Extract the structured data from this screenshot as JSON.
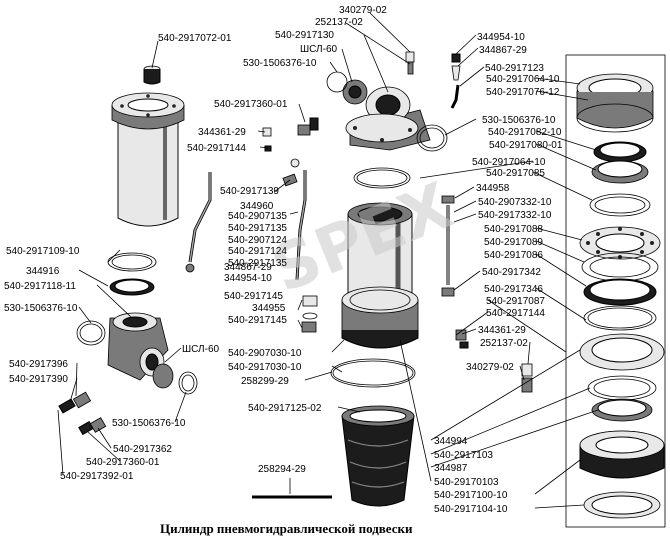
{
  "title": "Цилиндр пневмогидравлической подвески",
  "watermark": "SPEX",
  "labels": {
    "l01": "540-2917072-01",
    "l02": "340279-02",
    "l03": "252137-02",
    "l04": "540-2917130",
    "l05": "ШСЛ-60",
    "l06": "530-1506376-10",
    "l07": "344954-10",
    "l08": "344867-29",
    "l09": "540-2917123",
    "l10": "540-2917064-10",
    "l11": "540-2917076-12",
    "l12": "540-2917360-01",
    "l13": "530-1506376-10",
    "l14": "344361-29",
    "l15": "540-2917082-10",
    "l16": "540-2917144",
    "l17": "540-2917080-01",
    "l18": "540-2917064-10",
    "l19": "540-2917085",
    "l20": "540-2917139",
    "l21": "344958",
    "l22": "344960",
    "l23": "540-2907332-10",
    "l24": "540-2907135",
    "l25": "540-2917332-10",
    "l26": "540-2917135",
    "l27": "540-2917088",
    "l28": "540-2907124",
    "l29": "540-2917089",
    "l30": "540-2917109-10",
    "l31": "540-2917124",
    "l32": "540-2917086",
    "l33": "540-2917135",
    "l34": "344916",
    "l35": "344867-29",
    "l36": "540-2917342",
    "l37": "344954-10",
    "l38": "540-2917118-11",
    "l39": "540-2917145",
    "l40": "540-2917346",
    "l41": "344955",
    "l42": "540-2917087",
    "l43": "530-1506376-10",
    "l44": "540-2917145",
    "l45": "540-2917144",
    "l46": "344361-29",
    "l47": "ШСЛ-60",
    "l48": "540-2907030-10",
    "l49": "252137-02",
    "l50": "540-2917396",
    "l51": "540-2917030-10",
    "l52": "540-2917390",
    "l53": "340279-02",
    "l54": "258299-29",
    "l55": "540-2917125-02",
    "l56": "530-1506376-10",
    "l57": "344994",
    "l58": "540-2917103",
    "l59": "540-2917362",
    "l60": "344987",
    "l61": "540-2917360-01",
    "l62": "540-29170103",
    "l63": "540-2917392-01",
    "l64": "258294-29",
    "l65": "540-2917100-10",
    "l66": "540-2917104-10"
  }
}
